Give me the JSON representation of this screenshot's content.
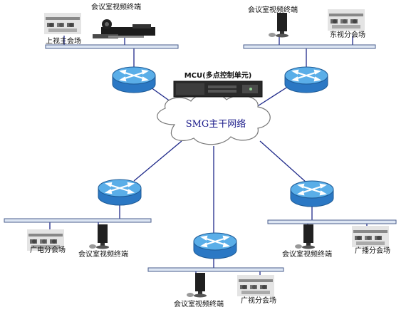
{
  "cloud": {
    "label": "SMG主干网络"
  },
  "mcu": {
    "label": "MCU(多点控制单元)"
  },
  "sites": {
    "shangshi": {
      "site_label": "上视主会场",
      "terminal_label": "会议室视频终端"
    },
    "dongshi": {
      "site_label": "东视分会场",
      "terminal_label": "会议室视频终端"
    },
    "guangdian": {
      "site_label": "广电分会场",
      "terminal_label": "会议室视频终端"
    },
    "guangshi": {
      "site_label": "广视分会场",
      "terminal_label": "会议室视频终端"
    },
    "guangbo": {
      "site_label": "广播分会场",
      "terminal_label": "会议室视频终端"
    }
  },
  "colors": {
    "link": "#1f2a8a",
    "router": "#2b78c4",
    "router_top": "#5aaee8",
    "bar": "#dde6f3",
    "bar_border": "#4a5e8c",
    "cloud_fill": "#ffffff",
    "cloud_stroke": "#777777"
  },
  "icons": [
    "router-icon",
    "mcu-device-icon",
    "cloud-icon",
    "video-terminal-icon",
    "conference-room-photo"
  ]
}
